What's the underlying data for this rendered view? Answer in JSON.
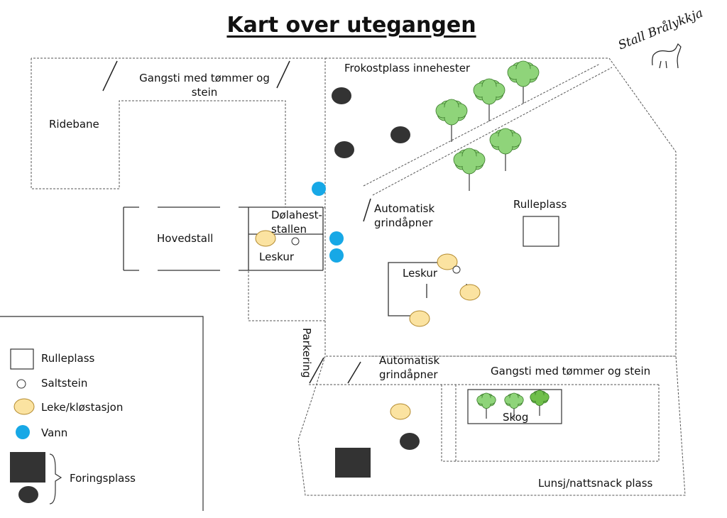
{
  "title": "Kart over utegangen",
  "logo_text": "Stall Brålykkja",
  "areas": {
    "ridebane": "Ridebane",
    "gangsti_top": "Gangsti med tømmer og stein",
    "frokostplass": "Frokostplass innehester",
    "hovedstall": "Hovedstall",
    "dolahest": "Dølahest-\nstallen",
    "leskur_small": "Leskur",
    "leskur_large": "Leskur",
    "automatisk_1": "Automatisk\ngrindåpner",
    "automatisk_2": "Automatisk\ngrindåpner",
    "rulleplass": "Rulleplass",
    "parkering": "Parkering",
    "gangsti_right": "Gangsti med tømmer og stein",
    "skog": "Skog",
    "lunsj": "Lunsj/nattsnack plass"
  },
  "legend": {
    "items": [
      {
        "symbol": "rulleplass-square",
        "label": "Rulleplass"
      },
      {
        "symbol": "saltstein-circle",
        "label": "Saltstein"
      },
      {
        "symbol": "leke-ellipse",
        "label": "Leke/kløstasjon"
      },
      {
        "symbol": "vann-dot",
        "label": "Vann"
      }
    ],
    "foringsplass": "Foringsplass"
  },
  "colors": {
    "feeding": "#333333",
    "water": "#17a8e6",
    "play": "#fbe3a1",
    "play_stroke": "#b38a2e",
    "tree_fill": "#8fd47a",
    "tree_dark": "#6fbf4a",
    "line": "#444444"
  }
}
